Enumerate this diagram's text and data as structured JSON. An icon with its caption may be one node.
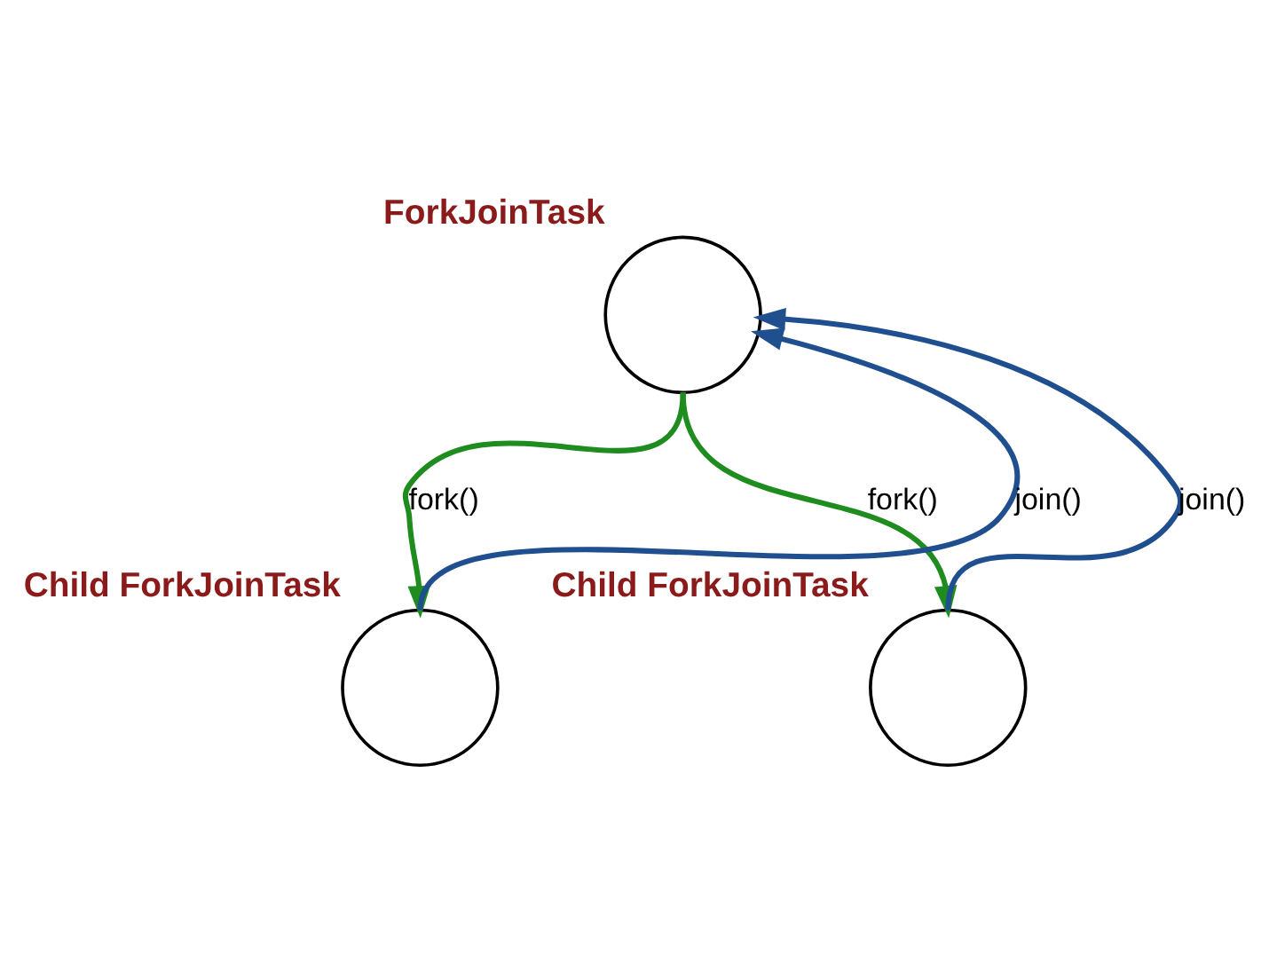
{
  "diagram": {
    "nodes": [
      {
        "text": [
          "ForkJoinTask"
        ]
      },
      {
        "text": [
          "Child ForkJoinTask"
        ]
      },
      {
        "text": [
          "Child ForkJoinTask"
        ]
      }
    ],
    "edges": [
      {
        "from": 0,
        "to": 1,
        "arrow": "to",
        "label": "fork()",
        "color": "#1e8c1e"
      },
      {
        "from": 0,
        "to": 2,
        "arrow": "to",
        "label": "fork()",
        "color": "#1e8c1e"
      },
      {
        "from": 1,
        "to": 0,
        "arrow": "to",
        "label": "join()",
        "color": "#1f4f8f"
      },
      {
        "from": 2,
        "to": 0,
        "arrow": "to",
        "label": "join()",
        "color": "#1f4f8f"
      }
    ]
  }
}
